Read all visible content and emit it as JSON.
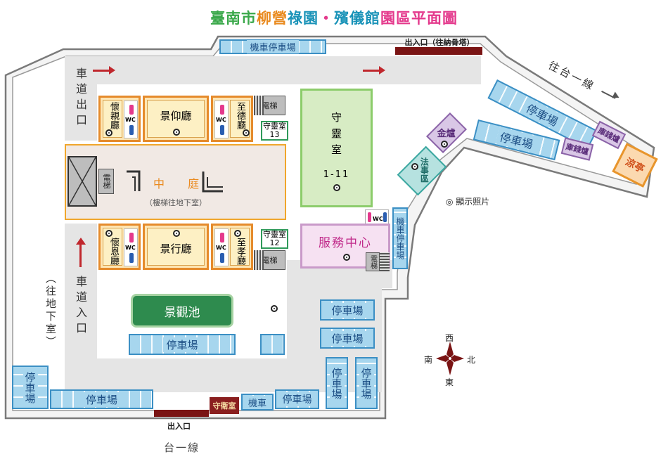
{
  "title": {
    "part1": "臺南市",
    "part2": "柳營",
    "part3": "祿園",
    "dot": "・",
    "part4": "殯儀館",
    "part5": "園區平面圖"
  },
  "labels": {
    "moto_parking_top": "機車停車場",
    "exit_top": "出入口（往納骨塔）",
    "to_tai1_upper": "往台一線",
    "parking": "停車場",
    "ramp_exit": "車道出口",
    "ramp_entrance": "車道入口",
    "to_basement_side": "（往地下室）",
    "huaiqin_hall": "懷親廳",
    "jingyang_hall": "景仰廳",
    "zhide_hall": "至德廳",
    "huaien_hall": "懷恩廳",
    "jingxing_hall": "景行廳",
    "zhixiao_hall": "至孝廳",
    "wc": "WC",
    "elevator": "電梯",
    "vigil_room_13": "守靈室",
    "vigil_room_13_num": "13",
    "vigil_room_12": "守靈室",
    "vigil_room_12_num": "12",
    "courtyard": "中 庭",
    "courtyard_note": "（樓梯往地下室）",
    "vigil_main": "守靈室",
    "vigil_main_num": "1-11",
    "service_center": "服務中心",
    "moto_parking_side": "機車停車場",
    "jin_lu": "金爐",
    "fashi_qu": "法事區",
    "ku_qian_lu": "庫錢爐",
    "liang_ting": "涼亭",
    "photo_display": "◎ 顯示照片",
    "pond": "景觀池",
    "guard_room": "守衛室",
    "moto_parking_bottom": "機車",
    "exit_bottom": "出入口",
    "tai1_bottom": "台一線",
    "compass_n": "北",
    "compass_s": "南",
    "compass_e": "東",
    "compass_w": "西"
  }
}
